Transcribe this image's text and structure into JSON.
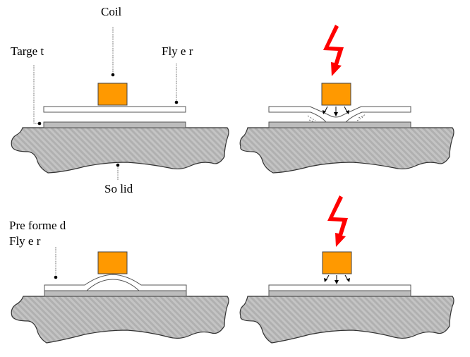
{
  "diagram": {
    "title": "Magnetic pulse welding setup comparison",
    "labels": {
      "coil": "Coil",
      "target": "Targe t",
      "flyer": "Fly e r",
      "solid": "So lid",
      "preformed_line1": "Pre forme d",
      "preformed_line2": "Fly e r"
    },
    "panels": [
      {
        "id": "flat-setup",
        "state": "before discharge",
        "flyer": "flat"
      },
      {
        "id": "flat-impact",
        "state": "during discharge",
        "flyer": "deformed toward target"
      },
      {
        "id": "preformed-setup",
        "state": "before discharge",
        "flyer": "preformed bump"
      },
      {
        "id": "preformed-impact",
        "state": "during discharge",
        "flyer": "flattened onto target"
      }
    ],
    "colors": {
      "coil": "#ff9900",
      "lightning": "#ff0000",
      "target": "#bdbdbd",
      "flyer": "#ffffff",
      "solid_hatch": "#a8a8a8"
    }
  }
}
